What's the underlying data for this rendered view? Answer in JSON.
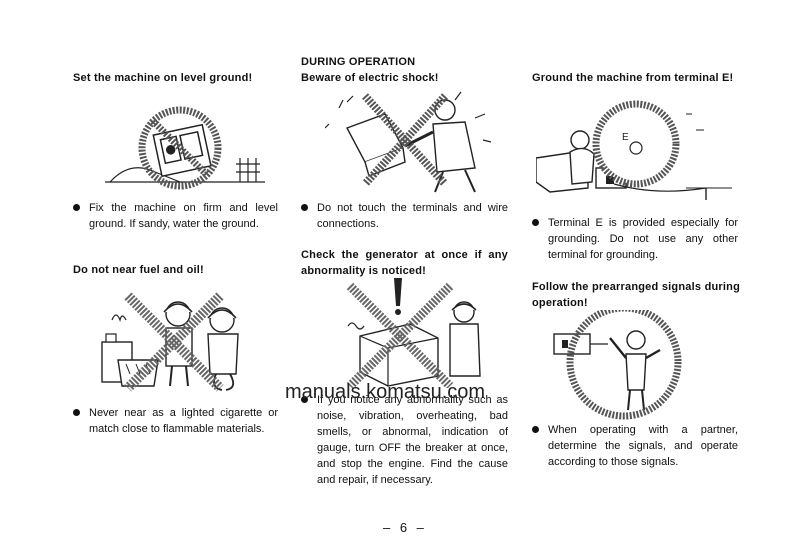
{
  "columns": [
    {
      "sections": [
        {
          "heading": "Set the machine on level ground!",
          "illustration": "generator-on-level-ground-prohibited-icon",
          "bullet": "Fix the machine on firm and level ground. If sandy, water the ground."
        },
        {
          "heading": "Do not near fuel and oil!",
          "illustration": "workers-with-cigarette-near-fuel-prohibited-icon",
          "bullet": "Never near as a lighted cigarette or match close to flammable materials."
        }
      ]
    },
    {
      "section_title": "DURING OPERATION",
      "sections": [
        {
          "heading": "Beware of electric shock!",
          "illustration": "hand-touching-terminals-prohibited-icon",
          "bullet": "Do not touch the terminals and wire connections."
        },
        {
          "heading": "Check the generator at once if any abnormality is noticed!",
          "illustration": "abnormal-generator-prohibited-icon",
          "bullet": "If you notice any abnormality such as noise, vibration, overheating, bad smells, or abnormal, indication of gauge, turn OFF the breaker at once, and stop the engine. Find the cause and repair, if necessary."
        }
      ]
    },
    {
      "sections": [
        {
          "heading": "Ground the machine from terminal E!",
          "illustration": "ground-terminal-icon",
          "bullet": "Terminal E is provided especially for grounding. Do not use any other terminal for grounding."
        },
        {
          "heading": "Follow the prearranged signals during operation!",
          "illustration": "operator-giving-signals-icon",
          "bullet": "When operating with a partner, determine the signals, and operate according to those signals."
        }
      ]
    }
  ],
  "watermark": "manuals.komatsu.com",
  "page_number": "– 6 –"
}
